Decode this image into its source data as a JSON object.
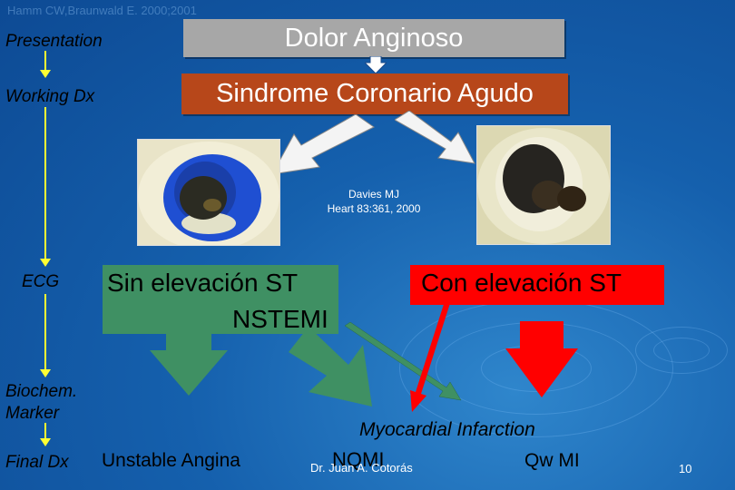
{
  "header_faint": "Hamm CW,Braunwald E. 2000;2001",
  "stages": {
    "presentation": "Presentation",
    "working_dx": "Working Dx",
    "ecg": "ECG",
    "biochem_marker": "Biochem.\nMarker",
    "final_dx": "Final Dx"
  },
  "boxes": {
    "dolor": "Dolor Anginoso",
    "sindrome": "Sindrome Coronario Agudo"
  },
  "citation": {
    "line1": "Davies MJ",
    "line2": "Heart 83:361, 2000"
  },
  "branches": {
    "sin_st": "Sin elevación ST",
    "nstemi": "NSTEMI",
    "con_st": "Con elevación ST"
  },
  "outcomes": {
    "myocardial_infarction": "Myocardial Infarction",
    "unstable_angina": "Unstable Angina",
    "nqmi": "NQMI",
    "qw_mi": "Qw MI"
  },
  "footer": {
    "author": "Dr. Juan A. Cotorás",
    "page_number": "10"
  },
  "colors": {
    "dolor_box": "#a7a7a7",
    "sindrome_box": "#b7471a",
    "green_box": "#3f9063",
    "red_box": "#ff0000",
    "green_arrow": "#3f9063",
    "red_arrow": "#ff0000",
    "yellow_line": "#ffff33"
  },
  "icons": [
    "arrow-down-icon",
    "arrow-down-left-icon",
    "arrow-down-right-icon"
  ]
}
